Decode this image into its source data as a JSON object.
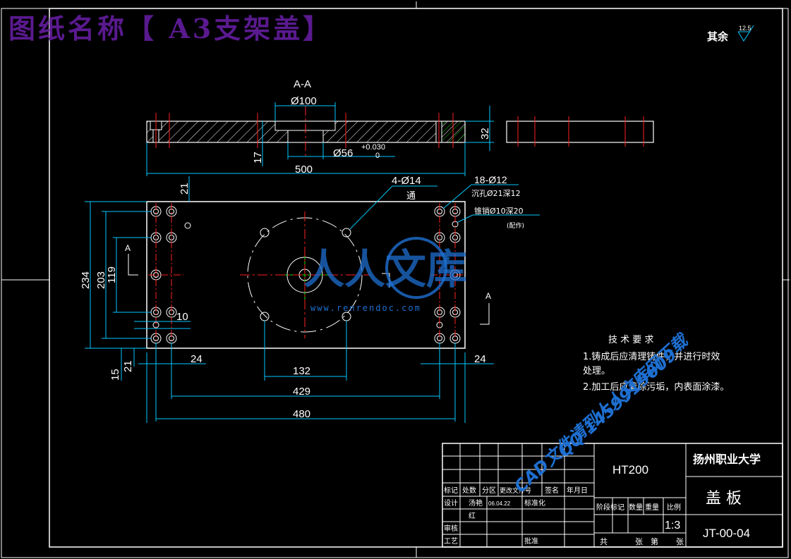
{
  "banner": {
    "title": "图纸名称【 A3支架盖】"
  },
  "roughness": {
    "label": "其余",
    "value": "12.5"
  },
  "section": {
    "label": "A-A",
    "marker": "A"
  },
  "dims": {
    "d100": "Ø100",
    "d56": "Ø56",
    "tol_upper": "+0.030",
    "tol_lower": "0",
    "h32": "32",
    "h17": "17",
    "w500": "500",
    "h21_top": "21",
    "holes_4": "4-Ø14",
    "holes_4_note": "通",
    "holes_18": "18-Ø12",
    "holes_18_note": "沉孔Ø21深12",
    "tap_note": "锥销Ø10深20",
    "tap_sub": "(配作)",
    "h234": "234",
    "h203": "203",
    "h119": "119",
    "d10": "10",
    "h15": "15",
    "h21_bot": "21",
    "w24_left": "24",
    "w24_right": "24",
    "w132": "132",
    "w429": "429",
    "w480": "480"
  },
  "watermark": {
    "logo": "人人文库",
    "url": "www.renrendoc.com",
    "promo1": "CAD文件请到人人文库网下载",
    "promo2": "QQ 1459919609"
  },
  "tech_req": {
    "title": "技 术 要 求",
    "line1": "1.铸成后应清理铸件，并进行时效",
    "line1b": "处理。",
    "line2": "2.加工后应清除污垢，内表面涂漆。"
  },
  "title_block": {
    "material": "HT200",
    "school": "扬州职业大学",
    "part_name": "盖 板",
    "drawing_no": "JT-00-04",
    "scale": "1:3",
    "h_mark": "标记",
    "h_count": "处数",
    "h_zone": "分区",
    "h_doc": "更改文件号",
    "h_sign": "签名",
    "h_date": "年月日",
    "r_design": "设计",
    "r_designer": "汤艳",
    "r_design_date": "06.04.22",
    "r_std": "标准化",
    "r_red": "红",
    "r_review": "审核",
    "r_process": "工艺",
    "r_approve": "批准",
    "h_stage": "阶段标记",
    "h_qty": "数量",
    "h_weight": "重量",
    "h_scale": "比例",
    "f_total": "共",
    "f_sheets": "张",
    "f_no": "第",
    "f_sheet": "张"
  },
  "colors": {
    "background": "#000000",
    "outline": "#ffffff",
    "dimension": "#00c8ff",
    "centerline": "#ff2020",
    "center_green": "#00e000",
    "banner": "#5a1a8f",
    "watermark": "#1e6fd0"
  }
}
